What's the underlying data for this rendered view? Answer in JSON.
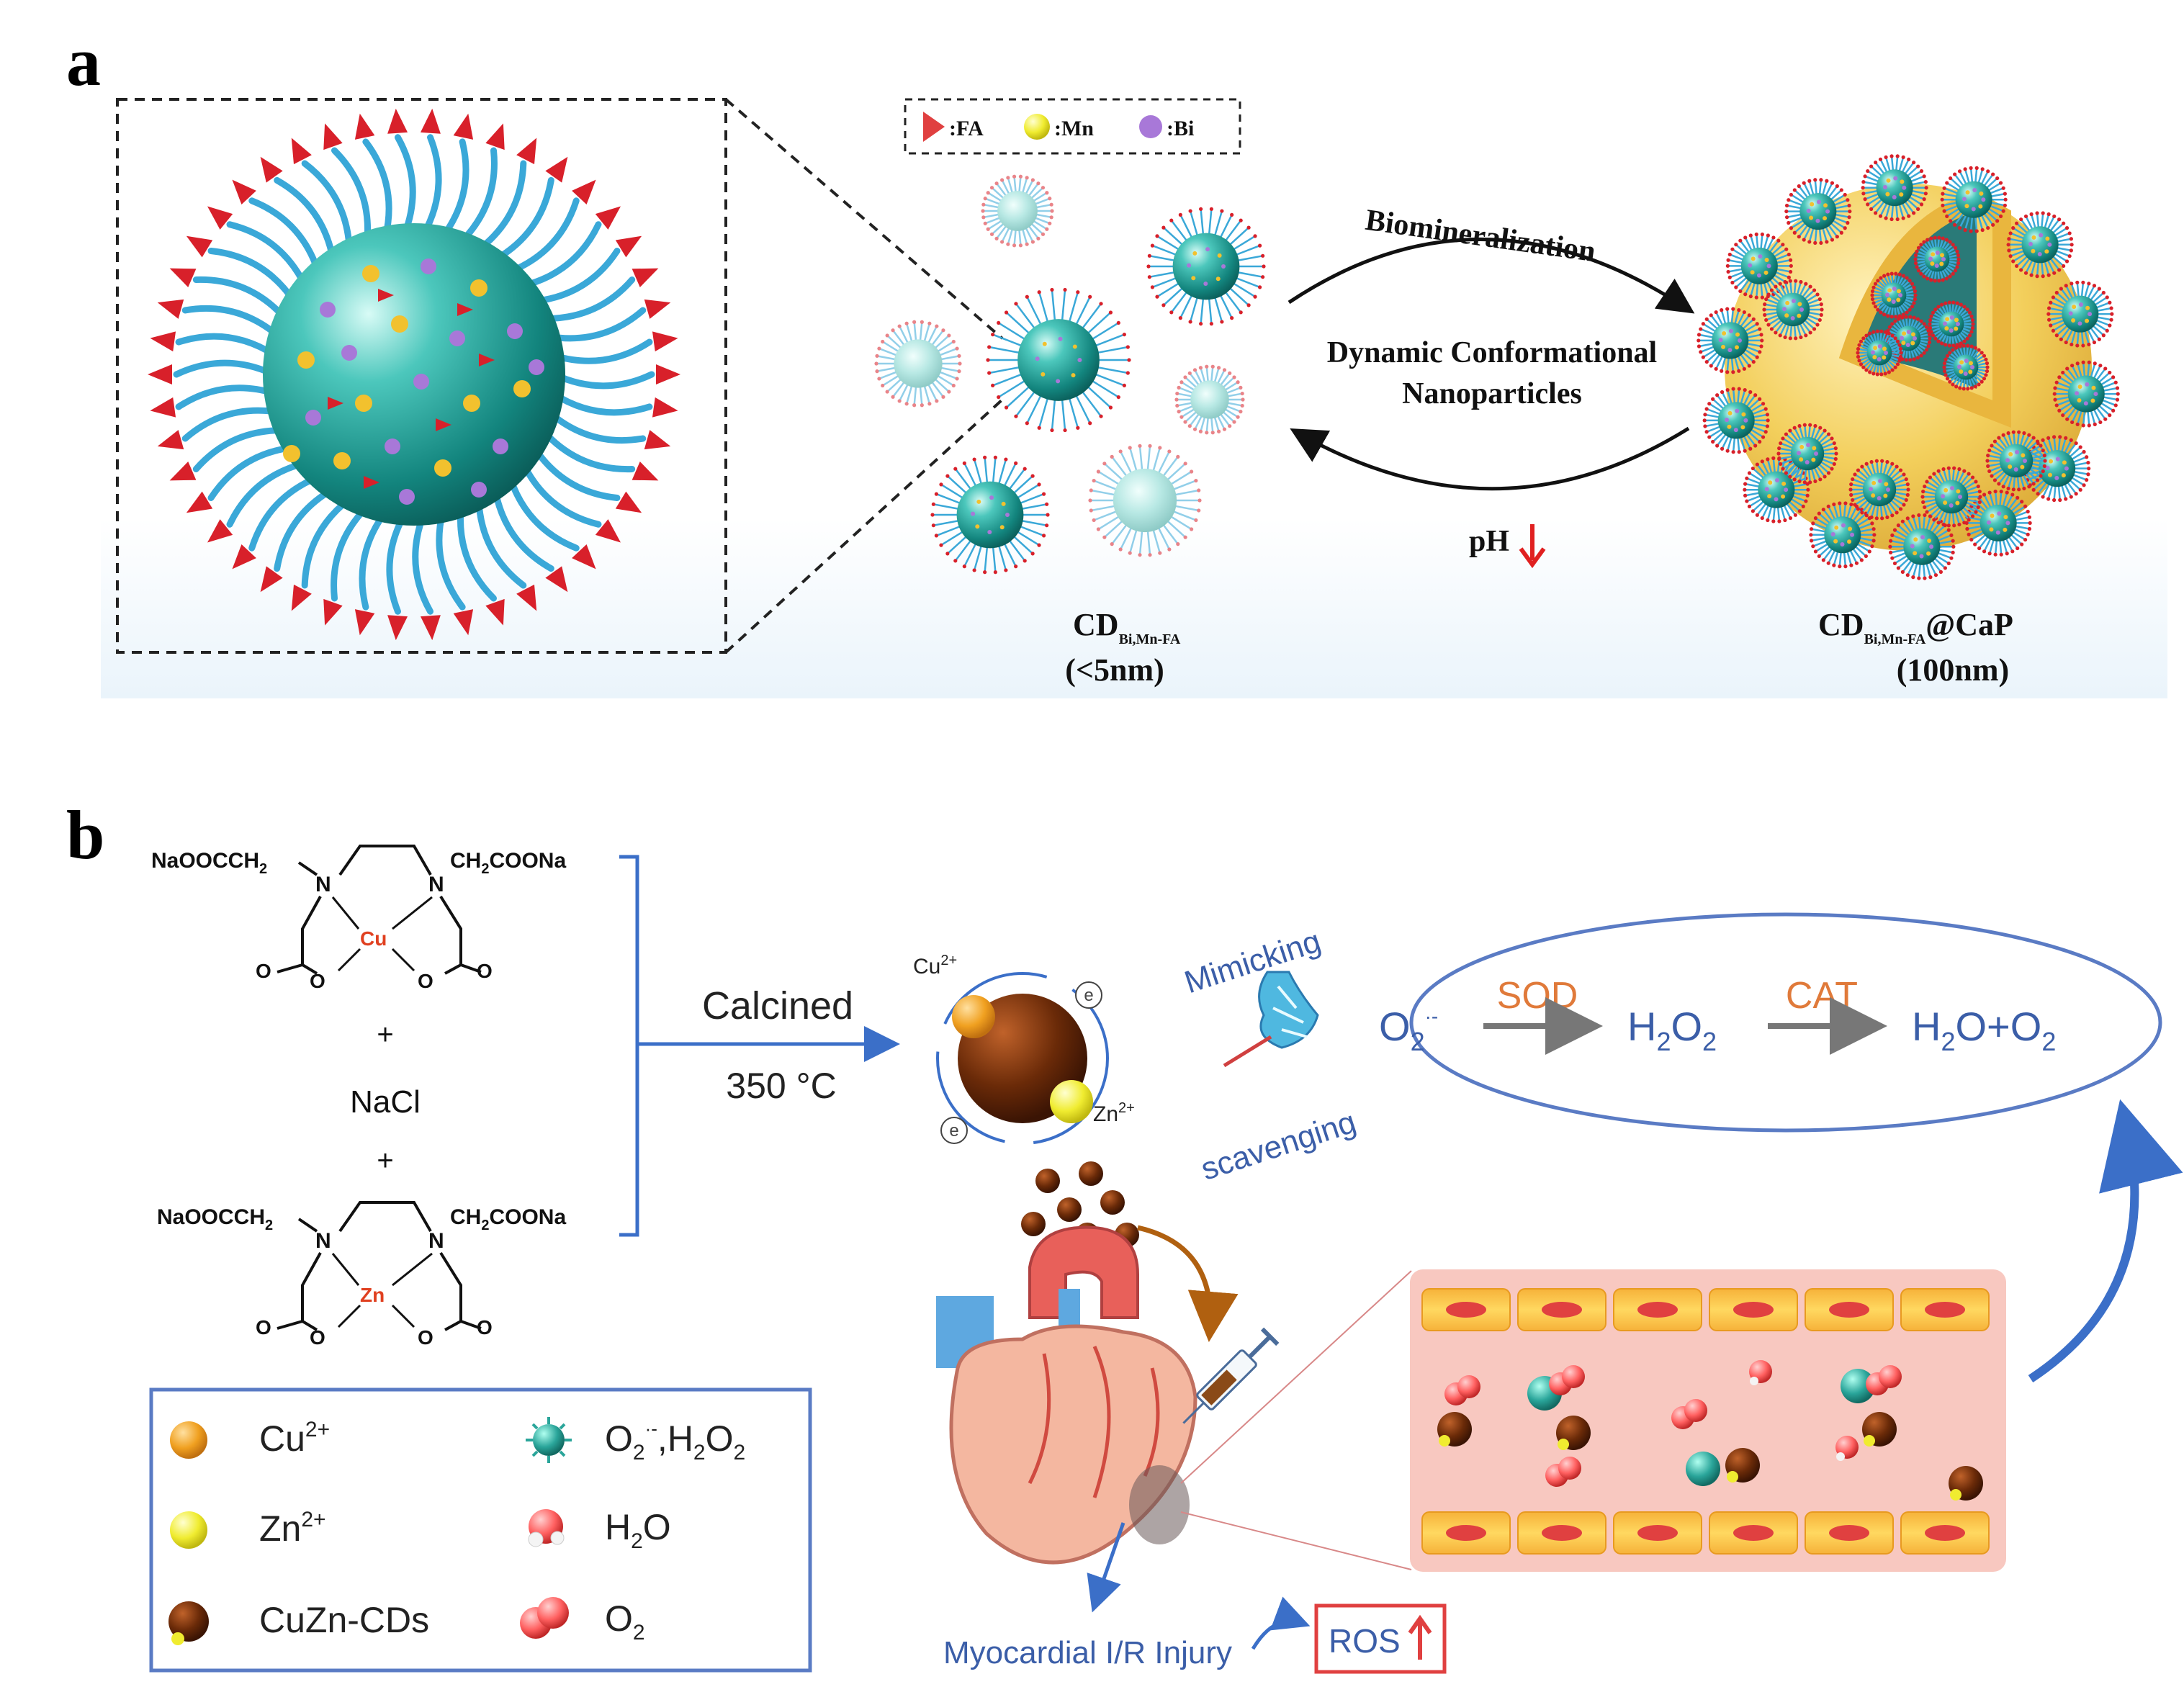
{
  "panel_a": {
    "label": "a",
    "legend": {
      "fa": ":FA",
      "mn": ":Mn",
      "bi": ":Bi"
    },
    "biomineralization": "Biomineralization",
    "center_line1": "Dynamic Conformational",
    "center_line2": "Nanoparticles",
    "ph": "pH",
    "cd_main": "CD",
    "cd_sub": "Bi,Mn-FA",
    "cd_size": "(<5nm)",
    "cdcap_main": "CD",
    "cdcap_sub": "Bi,Mn-FA",
    "cdcap_suffix": "@CaP",
    "cdcap_size": "(100nm)"
  },
  "panel_b": {
    "label": "b",
    "chem": {
      "left_group": "NaOOCCH",
      "left_sub": "2",
      "right_group": "CH",
      "right_sub": "2",
      "right_tail": "COONa",
      "n": "N",
      "o": "O",
      "metal1": "Cu",
      "metal2": "Zn",
      "plus": "+",
      "nacl": "NaCl"
    },
    "calcined": "Calcined",
    "temperature": "350 °C",
    "cu_ion": "Cu",
    "cu_charge": "2+",
    "zn_ion": "Zn",
    "zn_charge": "2+",
    "electron": "e",
    "mimicking": "Mimicking",
    "scavenging": "scavenging",
    "reaction": {
      "o2": "O",
      "o2_sub": "2",
      "o2_sup": "·-",
      "sod": "SOD",
      "h2o2": "H",
      "h2o2_sub1": "2",
      "h2o2_mid": "O",
      "h2o2_sub2": "2",
      "cat": "CAT",
      "product": "H",
      "product_sub1": "2",
      "product_mid": "O+O",
      "product_sub2": "2"
    },
    "legend": {
      "cu": "Cu",
      "cu_sup": "2+",
      "zn": "Zn",
      "zn_sup": "2+",
      "cds": "CuZn-CDs",
      "ros_o": "O",
      "ros_sub": "2",
      "ros_sup": "·-",
      "ros_h2o2": ",H",
      "ros_sub2": "2",
      "ros_o2": "O",
      "ros_sub3": "2",
      "h2o_h": "H",
      "h2o_sub": "2",
      "h2o_o": "O",
      "o2_o": "O",
      "o2_sub": "2"
    },
    "injury": "Myocardial I/R Injury",
    "ros": "ROS"
  },
  "colors": {
    "nano_core": "#1aa39a",
    "nano_ligand": "#3aa8d8",
    "fa_red": "#d8202a",
    "mn_yellow": "#f2c12e",
    "bi_purple": "#a878d8",
    "cap_shell": "#f3cf5c",
    "arrow_blue": "#3b6fc8",
    "frame_blue": "#5a7bc4",
    "text_blue": "#3b5ea8",
    "ros_red": "#e04040",
    "cds_brown": "#6a2a08",
    "cu_orange": "#f0a020",
    "zn_yellow": "#f0ec30",
    "teal_ros": "#2aa59a",
    "water_red": "#ff7070",
    "vessel_pink": "#f8c8c0"
  }
}
